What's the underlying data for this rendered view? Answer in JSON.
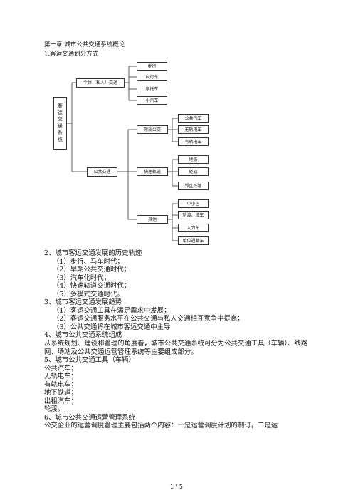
{
  "header": {
    "chapter_title": "第一章  城市公共交通系统概论",
    "section_title": "1.客运交通划分方式"
  },
  "diagram": {
    "root": [
      "客",
      "运",
      "交",
      "通",
      "系",
      "统"
    ],
    "branches": [
      {
        "label": "个体（私人）交通",
        "children": [
          "步行",
          "自行车",
          "摩托车",
          "小汽车"
        ]
      },
      {
        "label": "公共交通",
        "groups": [
          {
            "label": "常规公交",
            "children": [
              "公共汽车",
              "无轨电车",
              "有轨电车"
            ]
          },
          {
            "label": "快速轨道",
            "children": [
              "地铁",
              "轻轨",
              "郊区铁路"
            ]
          },
          {
            "label": "其他",
            "children": [
              "中小巴",
              "轮渡、缆车",
              "人力车",
              "单位通勤车"
            ]
          }
        ]
      }
    ]
  },
  "content": {
    "lines": [
      "2、城市客运交通发展的历史轨迹",
      "（1）步行、马车时代；",
      "（2）早期公共交通时代；",
      "（3）汽车化时代；",
      "（4）快速轨道交通时代；",
      "（5）多模式交通时代。",
      "3、城市客运交通发展趋势",
      "（1）客运交通工具在满足需求中发展；",
      "（2）客运交通服务水平在公共交通与私人交通相互竞争中提高；",
      "（3）公共交通将在城市客运交通中主导",
      "4、城市公共交通系统组成",
      "从系统规划、建设和管理的角度看，城市公共交通系统可分为公共交通工具（车辆）、线路网、场站及公共交通运营管理系统等主要组成部分。",
      "5、城市公共交通工具（车辆）",
      "公共汽车；",
      "无轨电车；",
      "有轨电车；",
      "地下铁道；",
      "出租汽车；",
      "轮渡。",
      "6、城市公共交通运营管理系统",
      "公交企业的运营调度管理主要包括两个内容：一是运营调度计划的制订，二是运"
    ]
  },
  "footer": {
    "page": "1 / 5"
  }
}
